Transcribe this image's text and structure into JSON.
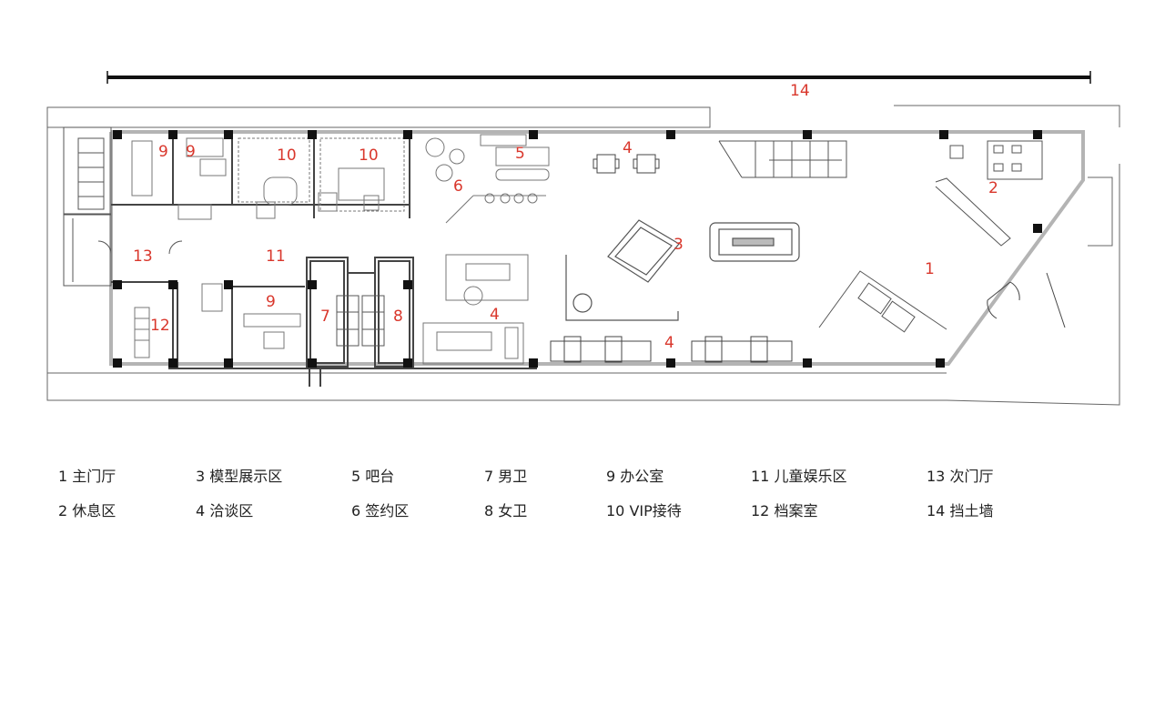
{
  "diagram": {
    "room_labels": {
      "r14": "14",
      "r9a": "9",
      "r9b": "9",
      "r10a": "10",
      "r10b": "10",
      "r5": "5",
      "r6": "6",
      "r4a": "4",
      "r2": "2",
      "r13": "13",
      "r11": "11",
      "r3": "3",
      "r1": "1",
      "r12": "12",
      "r9c": "9",
      "r7": "7",
      "r8": "8",
      "r4b": "4",
      "r4c": "4"
    },
    "legend": [
      {
        "key": "1",
        "text": "1 主门厅"
      },
      {
        "key": "2",
        "text": "2 休息区"
      },
      {
        "key": "3",
        "text": "3 模型展示区"
      },
      {
        "key": "4",
        "text": "4 洽谈区"
      },
      {
        "key": "5",
        "text": "5 吧台"
      },
      {
        "key": "6",
        "text": "6 签约区"
      },
      {
        "key": "7",
        "text": "7 男卫"
      },
      {
        "key": "8",
        "text": "8 女卫"
      },
      {
        "key": "9",
        "text": "9 办公室"
      },
      {
        "key": "10",
        "text": "10 VIP接待"
      },
      {
        "key": "11",
        "text": "11 儿童娱乐区"
      },
      {
        "key": "12",
        "text": "12  档案室"
      },
      {
        "key": "13",
        "text": "13 次门厅"
      },
      {
        "key": "14",
        "text": "14 挡土墙"
      }
    ],
    "colors": {
      "label": "#d9372c",
      "wall": "#b4b4b4",
      "line": "#444444",
      "column": "#111111"
    }
  }
}
